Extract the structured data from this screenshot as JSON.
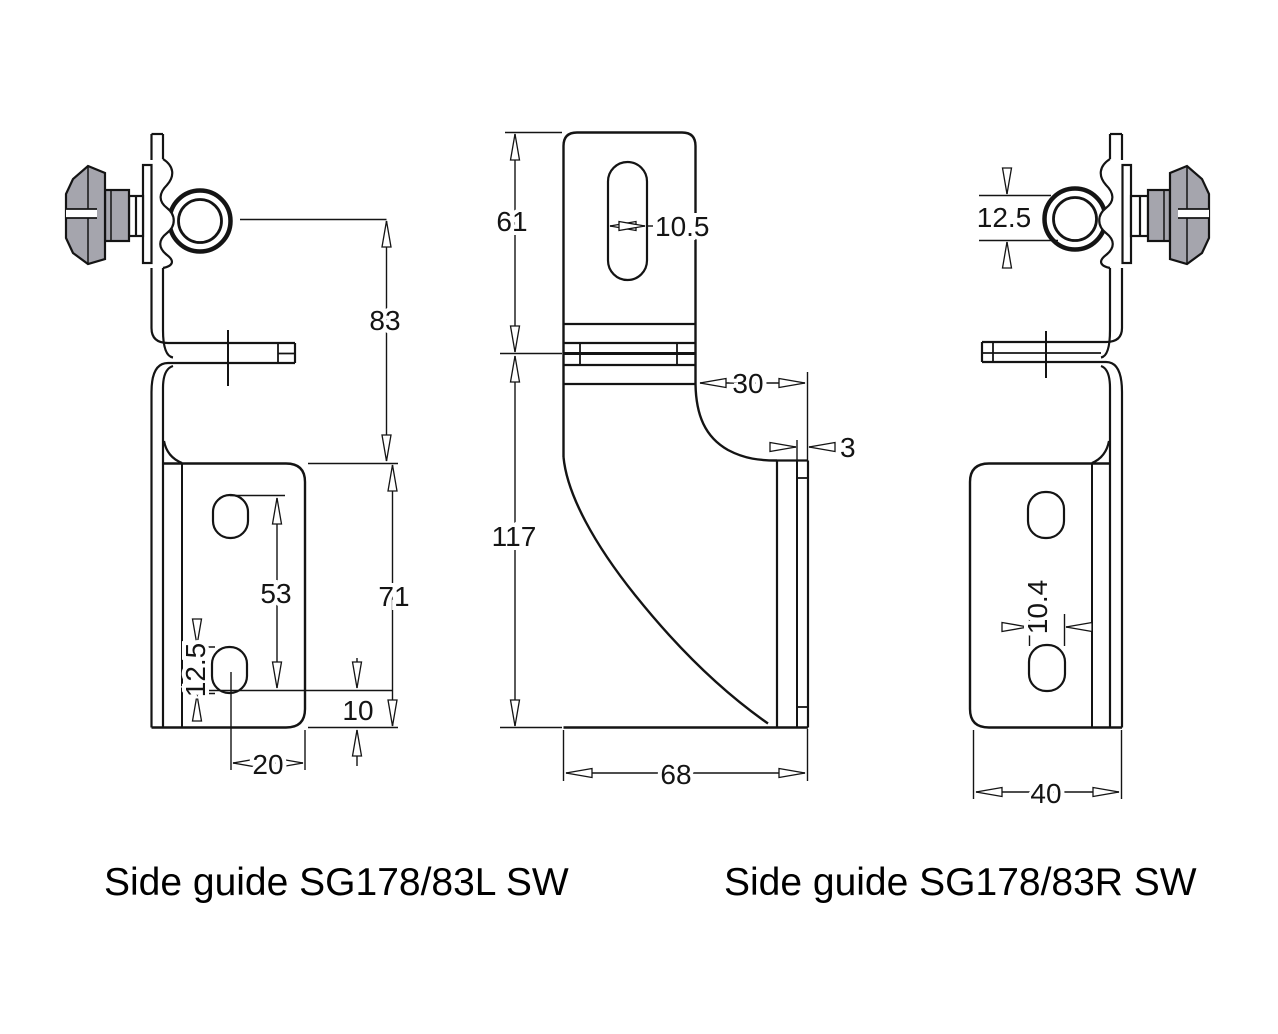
{
  "captions": {
    "left": "Side guide SG178/83L SW",
    "right": "Side guide SG178/83R SW"
  },
  "left_view": {
    "dims": {
      "ring_height_above_plate": "83",
      "plate_height": "71",
      "hole_spacing": "53",
      "hole_slot_height": "12.5",
      "bottom_hole_offset": "10",
      "hole_to_edge": "20"
    }
  },
  "front_view": {
    "dims": {
      "upper_section_height": "61",
      "lower_section_height": "117",
      "slot_width": "10.5",
      "top_depth": "30",
      "sheet_thickness": "3",
      "base_width": "68"
    }
  },
  "right_view": {
    "dims": {
      "ring_inner_diameter": "12.5",
      "hole_width": "10.4",
      "base_width": "40"
    }
  },
  "colors": {
    "line": "#141414",
    "knob": "#a5a5ad",
    "background": "#ffffff"
  }
}
